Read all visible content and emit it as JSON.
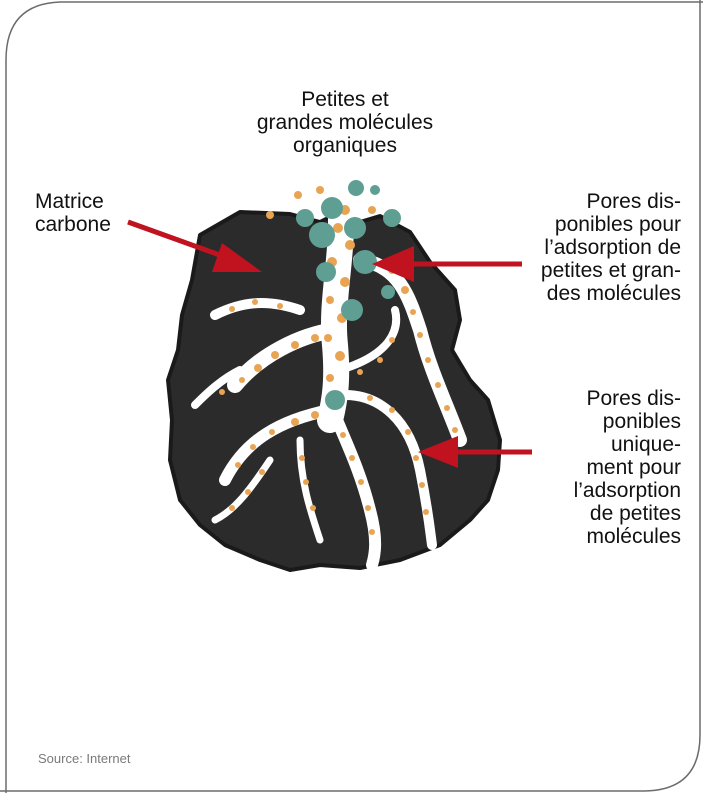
{
  "labels": {
    "top": [
      "Petites et",
      "grandes molécules",
      "organiques"
    ],
    "left": [
      "Matrice",
      "carbone"
    ],
    "right_upper": [
      "Pores dis-",
      "ponibles pour",
      "l’adsorption de",
      "petites et gran-",
      "des molécules"
    ],
    "right_lower": [
      "Pores dis-",
      "ponibles",
      "unique-",
      "ment pour",
      "l’adsorption",
      "de petites",
      "molécules"
    ]
  },
  "source": "Source: Internet",
  "colors": {
    "matrix": "#2b2b2b",
    "pores": "#ffffff",
    "small_molecules": "#e8a453",
    "large_molecules": "#5f9f93",
    "arrows": "#c1121f",
    "frame": "#6c6c6c"
  }
}
